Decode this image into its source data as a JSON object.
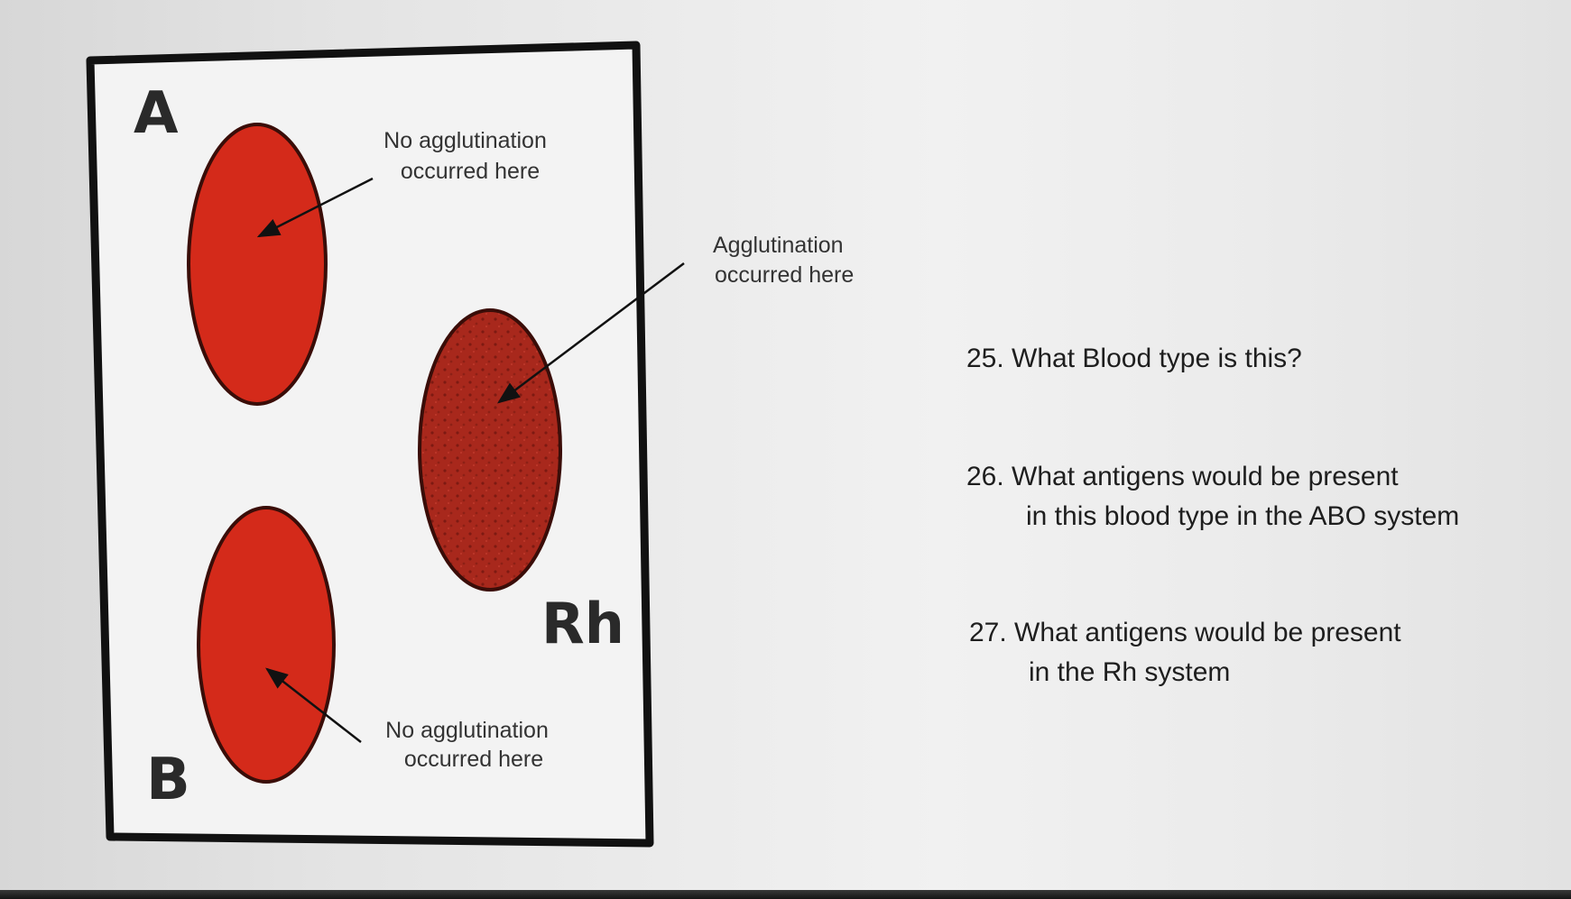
{
  "diagram": {
    "well_a_letter": "A",
    "well_b_letter": "B",
    "well_rh_letter": "Rh",
    "label_a": [
      "No agglutination",
      "occurred here"
    ],
    "label_rh": [
      "Agglutination",
      "occurred here"
    ],
    "label_b": [
      "No agglutination",
      "occurred here"
    ],
    "colors": {
      "frame": "#111111",
      "no_agglutination_fill": "#d42a1a",
      "agglutination_fill": "#a8281c",
      "card_background": "#f3f3f3"
    }
  },
  "questions": [
    {
      "line1": "25. What Blood type is this?",
      "line2": ""
    },
    {
      "line1": "26. What antigens would be present",
      "line2": "in this blood type in the ABO system"
    },
    {
      "line1": "27. What antigens would be present",
      "line2": "in the Rh system"
    }
  ]
}
